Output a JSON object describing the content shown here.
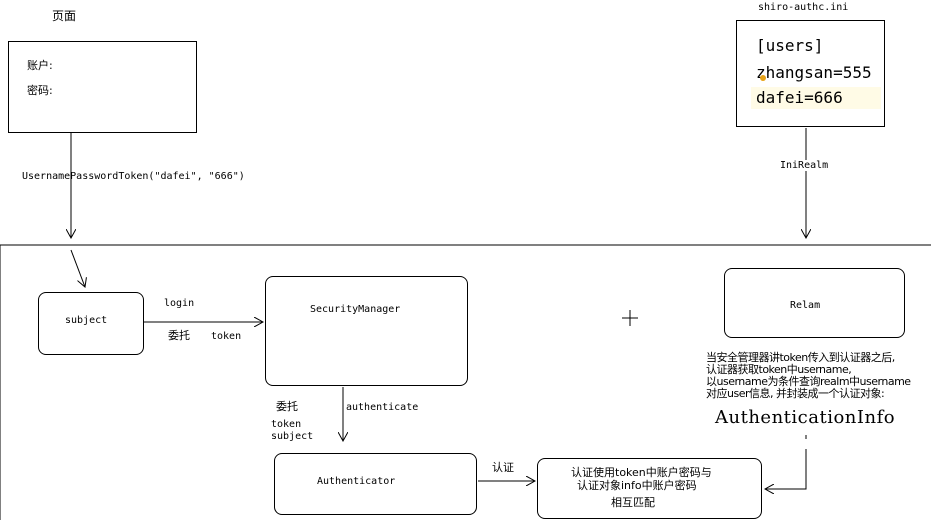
{
  "page_label": "页面",
  "login_form": {
    "account_label": "账户:",
    "password_label": "密码:"
  },
  "token_call": "UsernamePasswordToken(\"dafei\", \"666\")",
  "ini_file": {
    "filename": "shiro-authc.ini",
    "lines": [
      "[users]",
      "zhangsan=555",
      "dafei=666"
    ]
  },
  "ini_realm_label": "IniRealm",
  "subject_box": "subject",
  "security_manager_box": "SecurityManager",
  "realm_box": "Relam",
  "authenticator_box": "Authenticator",
  "edge_login": {
    "top": "login",
    "left": "委托",
    "right": "token"
  },
  "edge_authenticate": {
    "left": "委托",
    "right": "authenticate",
    "sub1": "token",
    "sub2": "subject"
  },
  "edge_verify": "认证",
  "match_box": {
    "line1": "认证使用token中账户密码与",
    "line2": "认证对象info中账户密码",
    "line3": "相互匹配"
  },
  "realm_note": {
    "line1": "当安全管理器讲token传入到认证器之后,",
    "line2": "认证器获取token中username,",
    "line3": "以username为条件查询realm中username",
    "line4": "对应user信息, 并封装成一个认证对象:",
    "big": "AuthenticationInfo"
  },
  "colors": {
    "line": "#000000",
    "cursor_dot": "#e8a317",
    "highlight": "#fffbe6"
  }
}
